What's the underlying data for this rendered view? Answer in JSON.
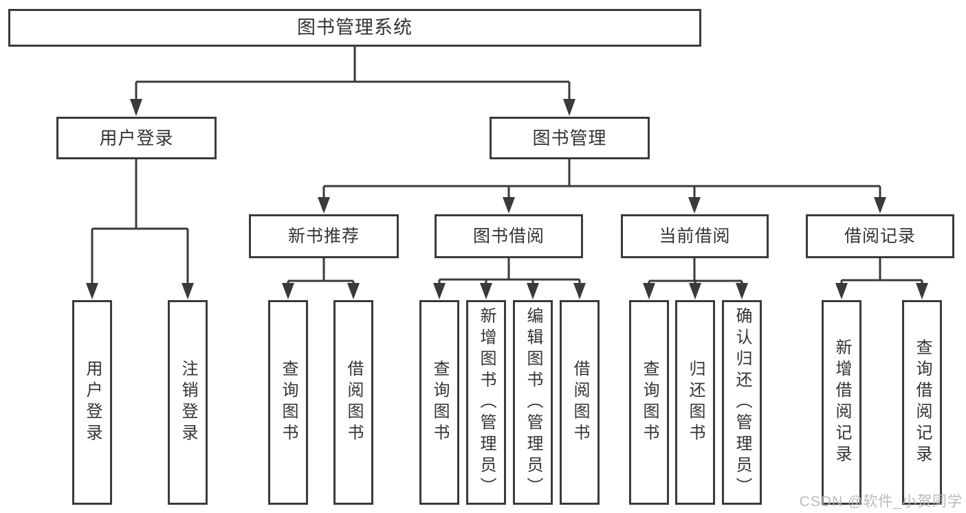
{
  "nodes": {
    "root": {
      "label": "图书管理系统"
    },
    "user_login": {
      "label": "用户登录"
    },
    "book_mgmt": {
      "label": "图书管理"
    },
    "new_book_rec": {
      "label": "新书推荐"
    },
    "book_borrow": {
      "label": "图书借阅"
    },
    "current_borrow": {
      "label": "当前借阅"
    },
    "borrow_record": {
      "label": "借阅记录"
    },
    "leaf_user_login": {
      "label": "用户登录"
    },
    "leaf_logout": {
      "label": "注销登录"
    },
    "leaf_rec_query_books": {
      "label": "查询图书"
    },
    "leaf_rec_borrow_books": {
      "label": "借阅图书"
    },
    "leaf_bb_query_books": {
      "label": "查询图书"
    },
    "leaf_bb_add_books_admin": {
      "label": "新增图书（管理员）"
    },
    "leaf_bb_edit_books_admin": {
      "label": "编辑图书（管理员）"
    },
    "leaf_bb_borrow_books": {
      "label": "借阅图书"
    },
    "leaf_cb_query_books": {
      "label": "查询图书"
    },
    "leaf_cb_return_books": {
      "label": "归还图书"
    },
    "leaf_cb_confirm_return_admin": {
      "label": "确认归还（管理员）"
    },
    "leaf_br_add_record": {
      "label": "新增借阅记录"
    },
    "leaf_br_query_record": {
      "label": "查询借阅记录"
    }
  },
  "watermark": "CSDN @软件_小贺同学",
  "colors": {
    "line": "#3a3a3a",
    "text": "#333333",
    "watermark": "#b5b5b5",
    "background": "#ffffff"
  }
}
